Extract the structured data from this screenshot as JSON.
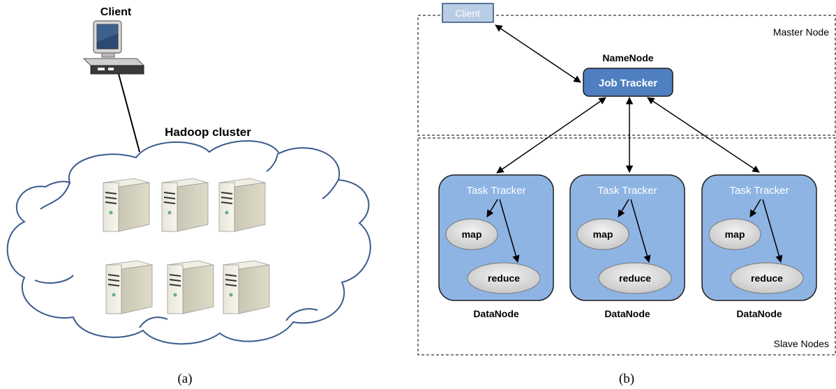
{
  "panel_a": {
    "client_label": "Client",
    "cluster_label": "Hadoop cluster",
    "caption": "(a)"
  },
  "panel_b": {
    "client_label": "Client",
    "master_region_label": "Master Node",
    "slave_region_label": "Slave Nodes",
    "namenode_label": "NameNode",
    "job_tracker_label": "Job Tracker",
    "nodes": [
      {
        "task_tracker": "Task Tracker",
        "map": "map",
        "reduce": "reduce",
        "label": "DataNode"
      },
      {
        "task_tracker": "Task Tracker",
        "map": "map",
        "reduce": "reduce",
        "label": "DataNode"
      },
      {
        "task_tracker": "Task Tracker",
        "map": "map",
        "reduce": "reduce",
        "label": "DataNode"
      }
    ],
    "caption": "(b)"
  },
  "colors": {
    "cloud_stroke": "#3a5a8c",
    "job_tracker_fill": "#4f7fc0",
    "node_fill": "#8eb4e3",
    "node_stroke": "#1f1f1f",
    "ellipse_fill": "#d9d9d9",
    "client_box_fill": "#b9cde5"
  }
}
